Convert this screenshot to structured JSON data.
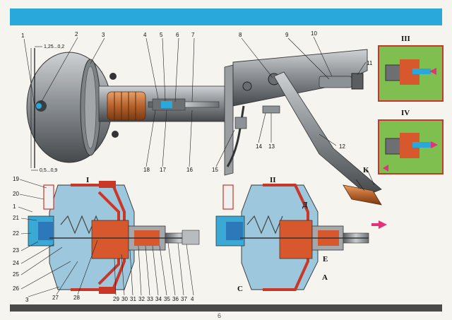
{
  "dimensions": {
    "top": "1,25...0,2",
    "bottom": "0,5...0,9"
  },
  "section_labels": {
    "I": "I",
    "II": "II",
    "III": "III",
    "IV": "IV"
  },
  "letters": {
    "D": "Д",
    "E": "Е",
    "A": "А",
    "C": "С",
    "K": "К"
  },
  "callouts": {
    "n1": "1",
    "n2": "2",
    "n3": "3",
    "n4": "4",
    "n5": "5",
    "n6": "6",
    "n7": "7",
    "n8": "8",
    "n9": "9",
    "n10": "10",
    "n11": "11",
    "n12": "12",
    "n13": "13",
    "n14": "14",
    "n15": "15",
    "n16": "16",
    "n17": "17",
    "n18": "18",
    "n19": "19",
    "n20": "20",
    "n21": "21",
    "n22": "22",
    "n23": "23",
    "n24": "24",
    "n25": "25",
    "n26": "26",
    "n27": "27",
    "n28": "28",
    "n29": "29",
    "n30": "30",
    "n31": "31",
    "n32": "32",
    "n33": "33",
    "n34": "34",
    "n35": "35",
    "n36": "36",
    "n37": "37"
  },
  "page_number": "6",
  "colors": {
    "top_bar": "#29a8dc",
    "bottom_bar": "#4a4a4a",
    "inset_background": "#7fbf4f",
    "diaphragm_red": "#c83728",
    "housing_blue": "#9cc7dc",
    "arrow_pink": "#e2337a"
  }
}
